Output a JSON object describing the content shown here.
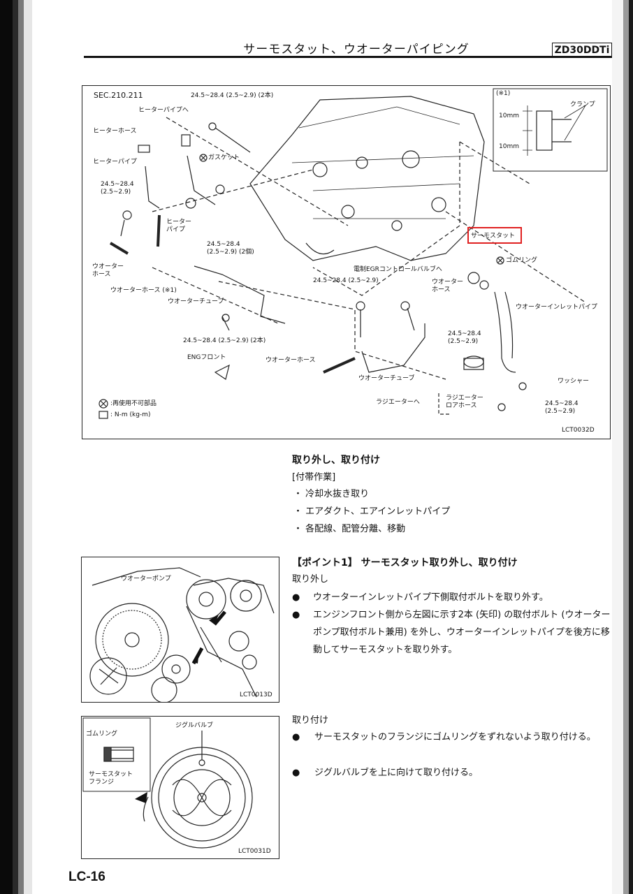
{
  "header": {
    "title": "サーモスタット、ウオーターパイピング",
    "model_code": "ZD30DDTi"
  },
  "fig_main": {
    "sec": "SEC.210.211",
    "torque_top": "24.5~28.4 (2.5~2.9) (2本)",
    "heater_pipe_to": "ヒーターパイプへ",
    "heater_hose": "ヒーターホース",
    "heater_pipe": "ヒーターパイプ",
    "gasket": "ガスケット",
    "torque_left": "24.5~28.4\n(2.5~2.9)",
    "heater_pipe2": "ヒーター\nパイプ",
    "torque_mid": "24.5~28.4\n(2.5~2.9) (2個)",
    "water_hose_left": "ウオーター\nホース",
    "water_hose_note": "ウオーターホース (※1)",
    "water_tube_left": "ウオーターチューブ",
    "torque_bottom": "24.5~28.4 (2.5~2.9) (2本)",
    "eng_front": "ENGフロント",
    "water_hose_bottom": "ウオーターホース",
    "water_tube_bottom": "ウオーターチューブ",
    "thermostat": "サーモスタット",
    "rubber_ring": "ゴムリング",
    "egr_valve": "電制EGRコントロールバルブへ",
    "torque_center": "24.5~28.4 (2.5~2.9)",
    "water_hose_right": "ウオーター\nホース",
    "water_inlet_pipe": "ウオーターインレットパイプ",
    "torque_right": "24.5~28.4\n(2.5~2.9)",
    "washer": "ワッシャー",
    "to_radiator": "ラジエーターへ",
    "radiator_lower_hose": "ラジエーター\nロアホース",
    "torque_br": "24.5~28.4\n(2.5~2.9)",
    "inset_note": "(※1)",
    "clamp": "クランプ",
    "dim_10mm_a": "10mm",
    "dim_10mm_b": "10mm",
    "legend_nonreuse": ":再使用不可部品",
    "legend_torque": ": N-m (kg-m)",
    "fig_code": "LCT0032D"
  },
  "section_removal_install": {
    "heading": "取り外し、取り付け",
    "subheading": "[付帯作業]",
    "items": [
      "・ 冷却水抜き取り",
      "・ エアダクト、エアインレットパイプ",
      "・ 各配線、配管分離、移動"
    ]
  },
  "point1": {
    "heading": "【ポイント1】 サーモスタット取り外し、取り付け",
    "removal_heading": "取り外し",
    "removal_items": [
      "ウオーターインレットパイプ下側取付ボルトを取り外す。",
      "エンジンフロント側から左図に示す2本 (矢印) の取付ボルト (ウオーターポンプ取付ボルト兼用) を外し、ウオーターインレットパイプを後方に移動してサーモスタットを取り外す。"
    ],
    "install_heading": "取り付け",
    "install_items": [
      "サーモスタットのフランジにゴムリングをずれないよう取り付ける。",
      "ジグルバルブを上に向けて取り付ける。"
    ]
  },
  "fig_pump": {
    "label": "ウオーターポンプ",
    "fig_code": "LCT0013D"
  },
  "fig_thermo": {
    "rubber_ring": "ゴムリング",
    "thermostat_flange": "サーモスタット\nフランジ",
    "jiggle_valve": "ジグルバルブ",
    "fig_code": "LCT0031D"
  },
  "footer": {
    "page": "LC-16"
  }
}
